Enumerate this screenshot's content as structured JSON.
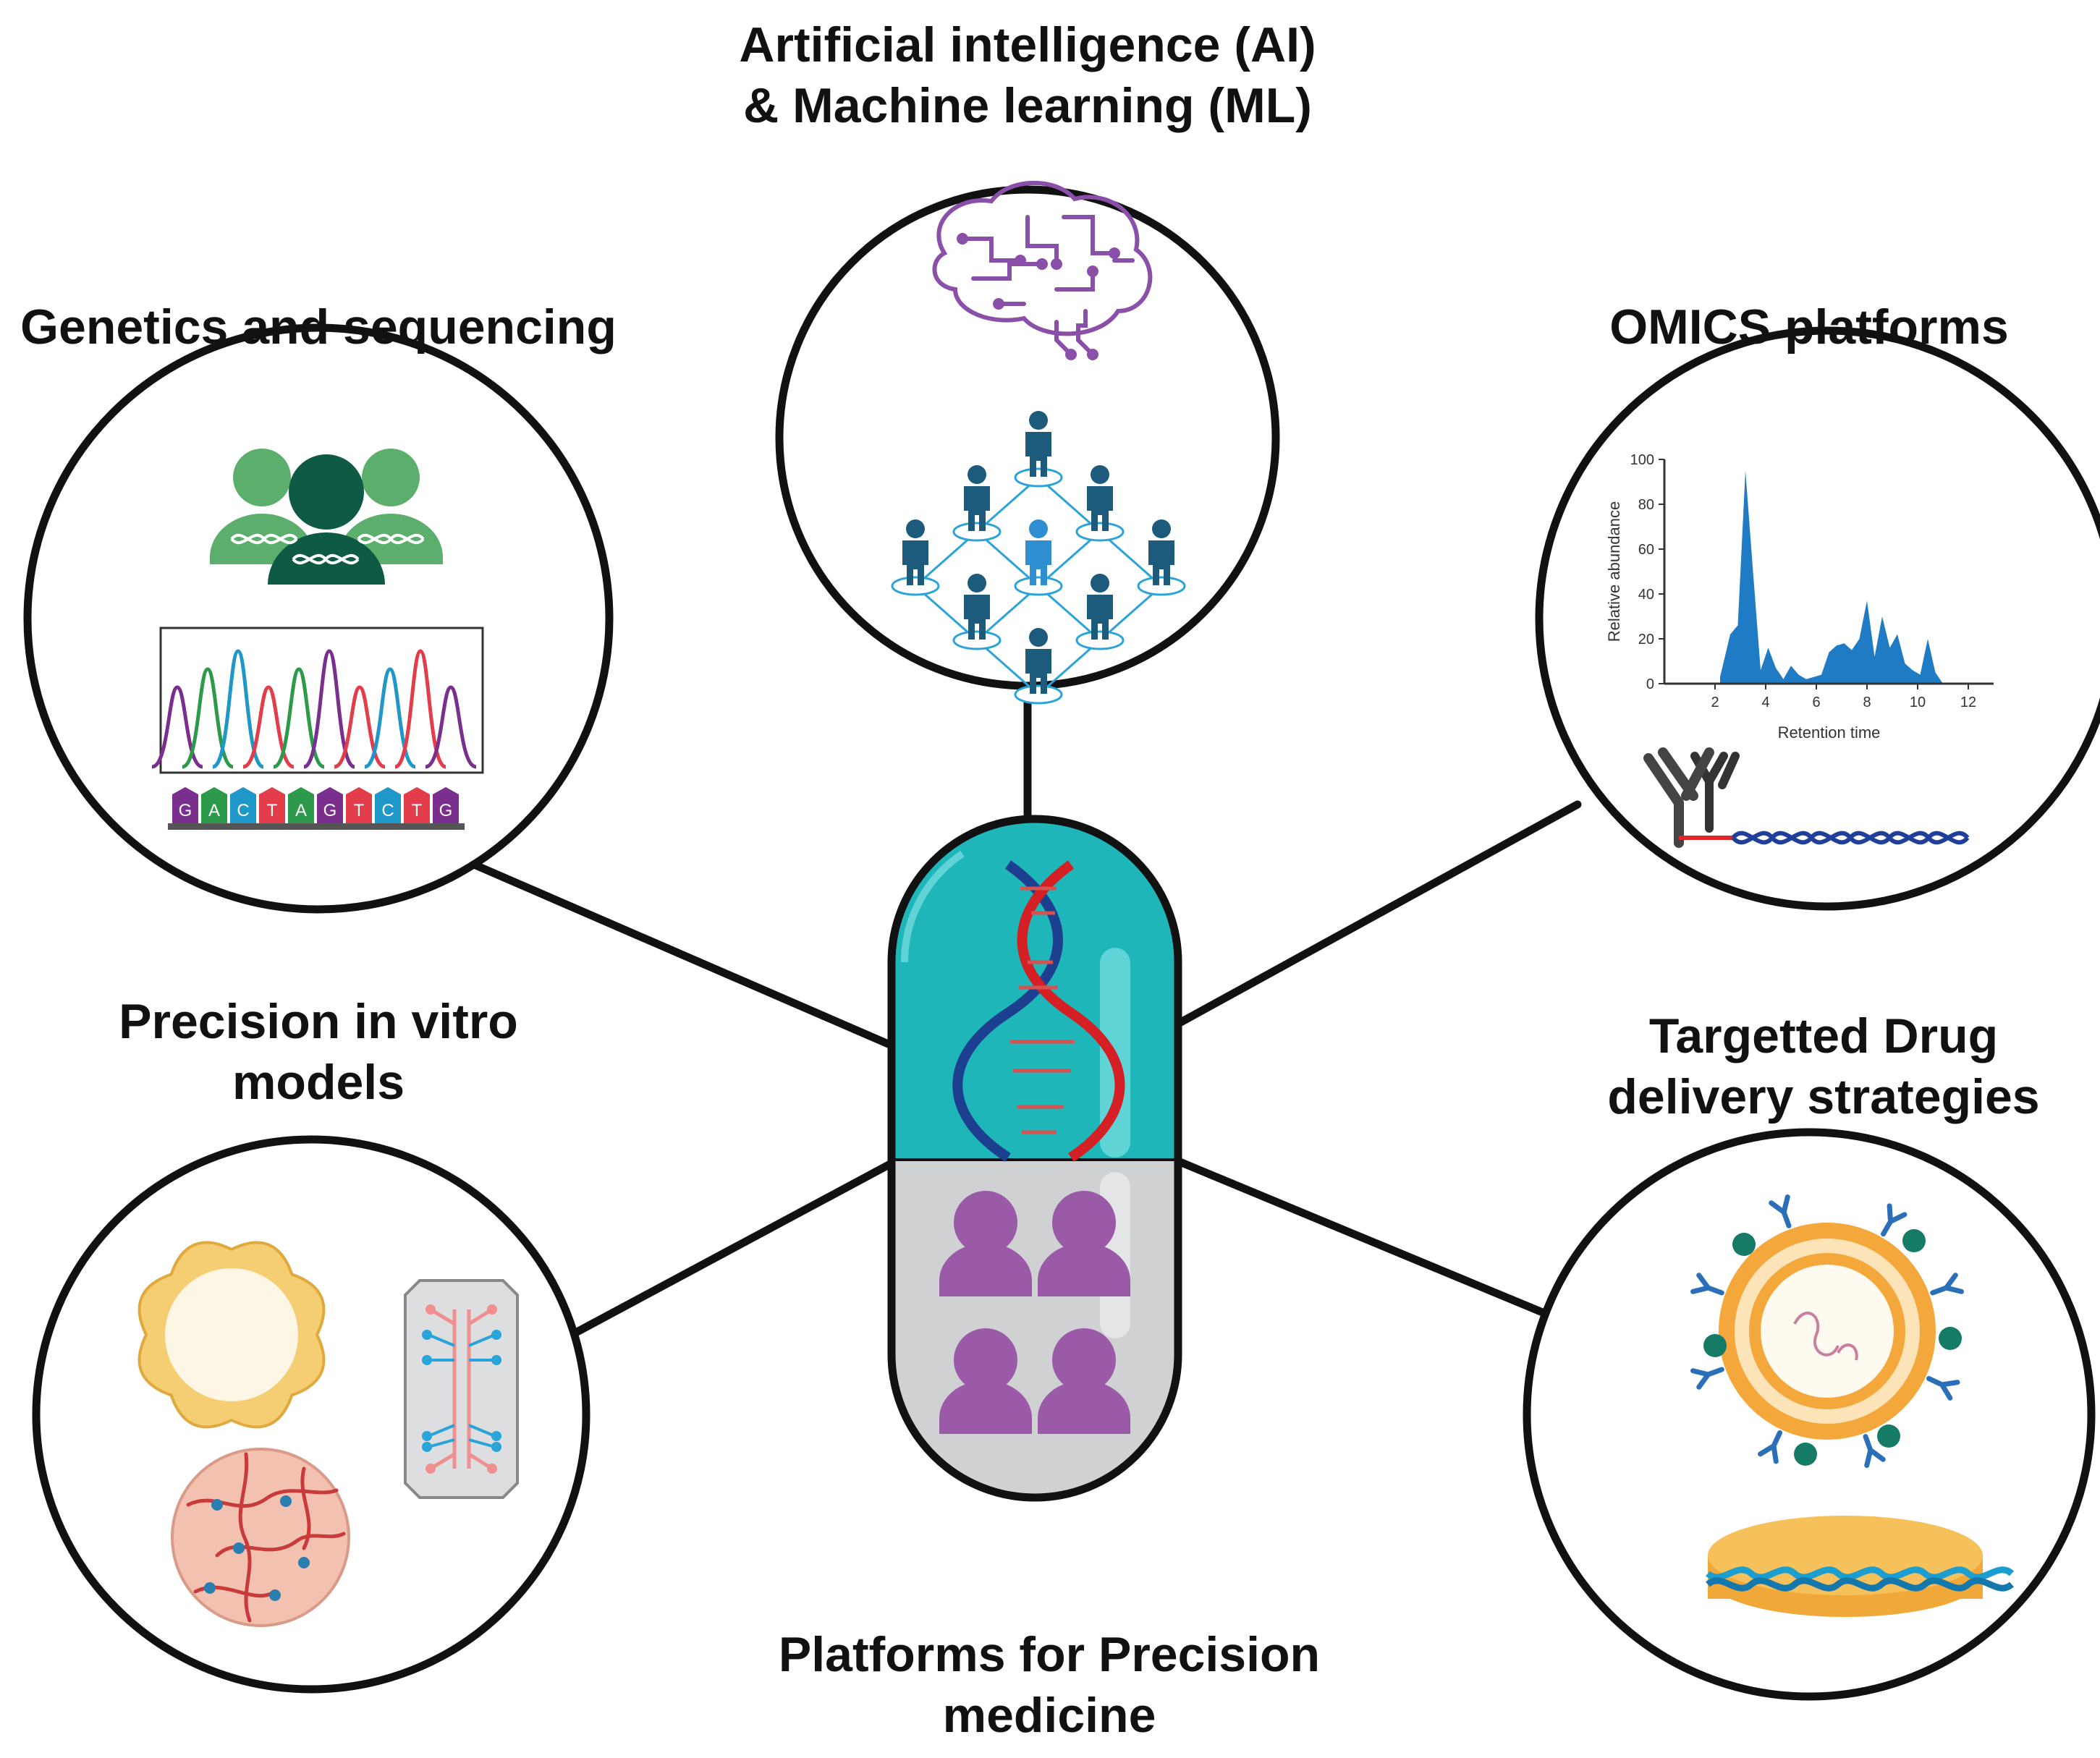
{
  "hubs": {
    "ai": {
      "line1": "Artificial intelligence (AI)",
      "line2": "& Machine learning (ML)"
    },
    "genetics": {
      "line1": "Genetics and sequencing"
    },
    "omics": {
      "line1": "OMICS platforms",
      "chart_data": {
        "type": "area",
        "xlabel": "Retention time",
        "ylabel": "Relative abundance",
        "xticks": [
          2,
          4,
          6,
          8,
          10,
          12
        ],
        "yticks": [
          0,
          20,
          40,
          60,
          80,
          100
        ],
        "xlim": [
          0,
          13
        ],
        "ylim": [
          0,
          100
        ],
        "x": [
          2.2,
          2.6,
          2.9,
          3.2,
          3.5,
          3.8,
          4.1,
          4.4,
          4.7,
          5.0,
          5.3,
          5.6,
          5.9,
          6.2,
          6.5,
          6.8,
          7.1,
          7.4,
          7.7,
          8.0,
          8.3,
          8.6,
          8.9,
          9.2,
          9.5,
          9.8,
          10.1,
          10.4,
          10.7,
          11.0
        ],
        "y": [
          3,
          22,
          26,
          95,
          50,
          6,
          16,
          7,
          2,
          8,
          4,
          2,
          3,
          4,
          14,
          17,
          18,
          15,
          20,
          37,
          12,
          30,
          16,
          22,
          9,
          6,
          4,
          20,
          5,
          0
        ]
      },
      "legend": "Not shown"
    },
    "invitro": {
      "line1": "Precision in vitro",
      "line2": "models"
    },
    "delivery": {
      "line1": "Targetted Drug",
      "line2": "delivery strategies"
    },
    "center": {
      "line1": "Platforms for Precision",
      "line2": "medicine"
    }
  },
  "sequence_bases": [
    "G",
    "A",
    "C",
    "T",
    "A",
    "G",
    "T",
    "C",
    "T",
    "G"
  ],
  "colors": {
    "capsule_top": "#1fb6ba",
    "capsule_bottom": "#cfd1d2",
    "people_purple": "#9b5aa8",
    "network_blue": "#1d5b7d",
    "chart_blue": "#1f7cc4",
    "ring": "#111111"
  },
  "icons": {
    "center": "capsule-icon",
    "ai": [
      "circuit-brain-icon",
      "people-network-icon"
    ],
    "genetics": [
      "dna-people-icon",
      "chromatogram-icon"
    ],
    "omics": [
      "abundance-chart-icon",
      "antibody-dna-icon"
    ],
    "invitro": [
      "organoid-icon",
      "organ-on-chip-icon",
      "tissue-sphere-icon"
    ],
    "delivery": [
      "liposome-icon",
      "nanodisc-icon"
    ]
  }
}
